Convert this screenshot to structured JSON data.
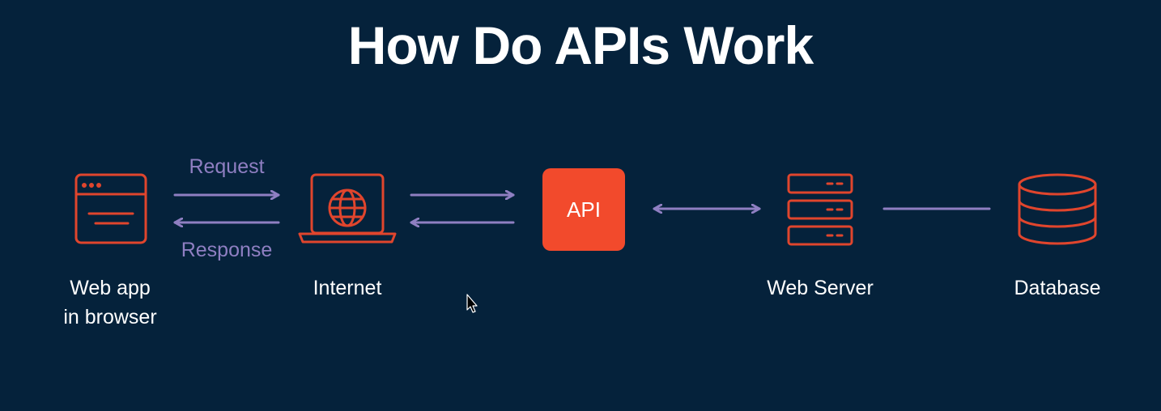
{
  "title": "How Do APIs Work",
  "nodes": {
    "browser": {
      "label": "Web app\nin browser"
    },
    "internet": {
      "label": "Internet"
    },
    "api": {
      "label": "API"
    },
    "server": {
      "label": "Web Server"
    },
    "database": {
      "label": "Database"
    }
  },
  "flows": {
    "request": "Request",
    "response": "Response"
  },
  "colors": {
    "background": "#05223b",
    "icon_stroke": "#e0452d",
    "api_fill": "#f24a2c",
    "arrow": "#8f7fc2",
    "text": "#ffffff"
  }
}
